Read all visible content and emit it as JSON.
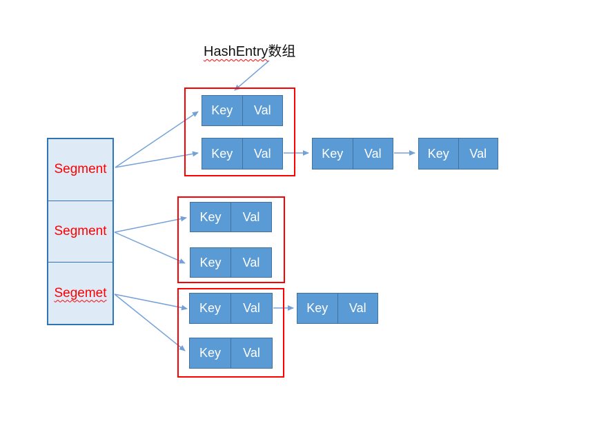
{
  "diagram": {
    "title": {
      "latin": "HashEntry",
      "cjk": "数组"
    }
  },
  "segments": [
    {
      "label": "Segment"
    },
    {
      "label": "Segment"
    },
    {
      "label": "Segemet"
    }
  ],
  "entries": {
    "g1p1": {
      "key": "Key",
      "val": "Val"
    },
    "g1p2": {
      "key": "Key",
      "val": "Val"
    },
    "chain1a": {
      "key": "Key",
      "val": "Val"
    },
    "chain1b": {
      "key": "Key",
      "val": "Val"
    },
    "g2p1": {
      "key": "Key",
      "val": "Val"
    },
    "g2p2": {
      "key": "Key",
      "val": "Val"
    },
    "g3p1": {
      "key": "Key",
      "val": "Val"
    },
    "g3p2": {
      "key": "Key",
      "val": "Val"
    },
    "chain3": {
      "key": "Key",
      "val": "Val"
    }
  },
  "colors": {
    "entry_fill": "#5B9BD5",
    "entry_border": "#41719C",
    "segment_fill": "#DEEBF7",
    "segment_border": "#2E75B6",
    "group_border": "#FF0000",
    "segment_label": "#FF0000",
    "arrow": "#74A1D8",
    "title_text": "#111111",
    "entry_text": "#FFFFFF"
  }
}
